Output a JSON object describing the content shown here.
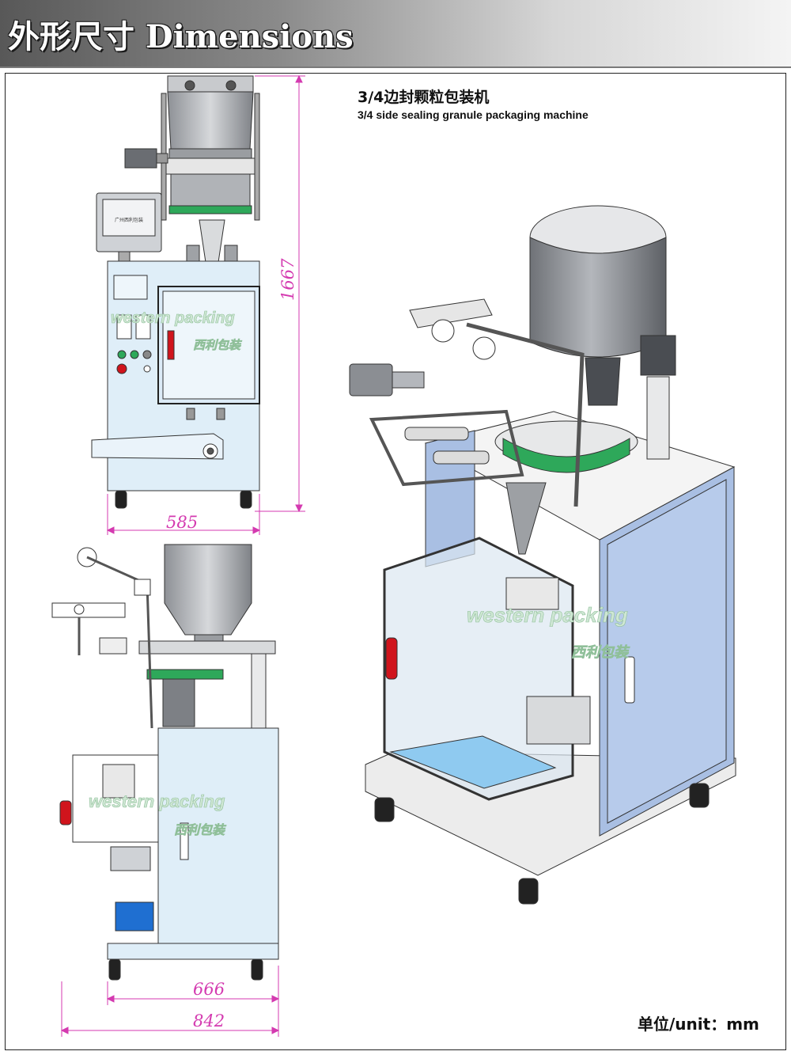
{
  "header": {
    "title": "外形尺寸 Dimensions"
  },
  "caption": {
    "title_zh": "3/4边封颗粒包装机",
    "title_en": "3/4 side sealing granule packaging machine"
  },
  "dimensions": {
    "front_width": "585",
    "height": "1667",
    "side_inner_width": "666",
    "side_total_width": "842"
  },
  "unit": {
    "label": "单位/unit：mm"
  },
  "watermarks": {
    "en": "western packing",
    "zh": "西利包装"
  },
  "screen_label": "广州西利包装",
  "colors": {
    "dimension": "#d43ab0",
    "cabinet": "#dfeef8",
    "cabinet_iso": "#a9bfe3",
    "steel": "#b9bcc0",
    "handle": "#d0141c",
    "conveyor": "#8fcaf0",
    "green_ring": "#2ea85a"
  }
}
